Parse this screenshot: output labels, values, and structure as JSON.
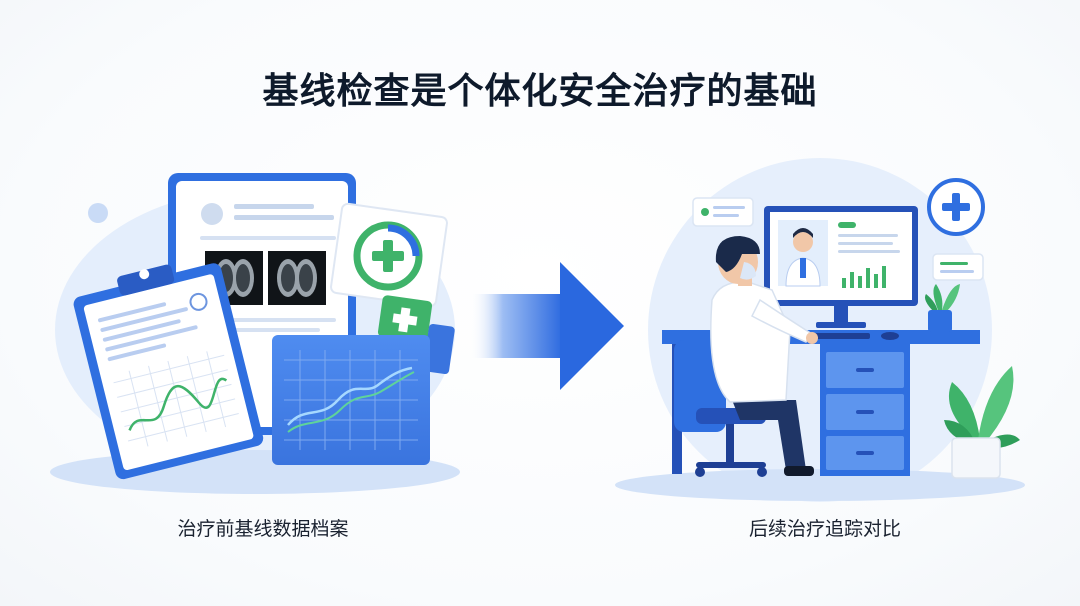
{
  "title": "基线检查是个体化安全治疗的基础",
  "left_panel": {
    "caption": "治疗前基线数据档案"
  },
  "right_panel": {
    "caption": "后续治疗追踪对比"
  },
  "colors": {
    "primary_blue": "#2f6fe0",
    "light_blue": "#dce9fb",
    "green": "#3fb36a",
    "dark_navy": "#1d3a7a",
    "title_text": "#0e1a2b"
  },
  "icons": [
    "medical-cross-icon",
    "clipboard-icon",
    "document-icon",
    "line-chart-icon",
    "arrow-right-icon",
    "doctor-icon",
    "monitor-icon",
    "plant-icon",
    "chat-bubble-icon"
  ]
}
